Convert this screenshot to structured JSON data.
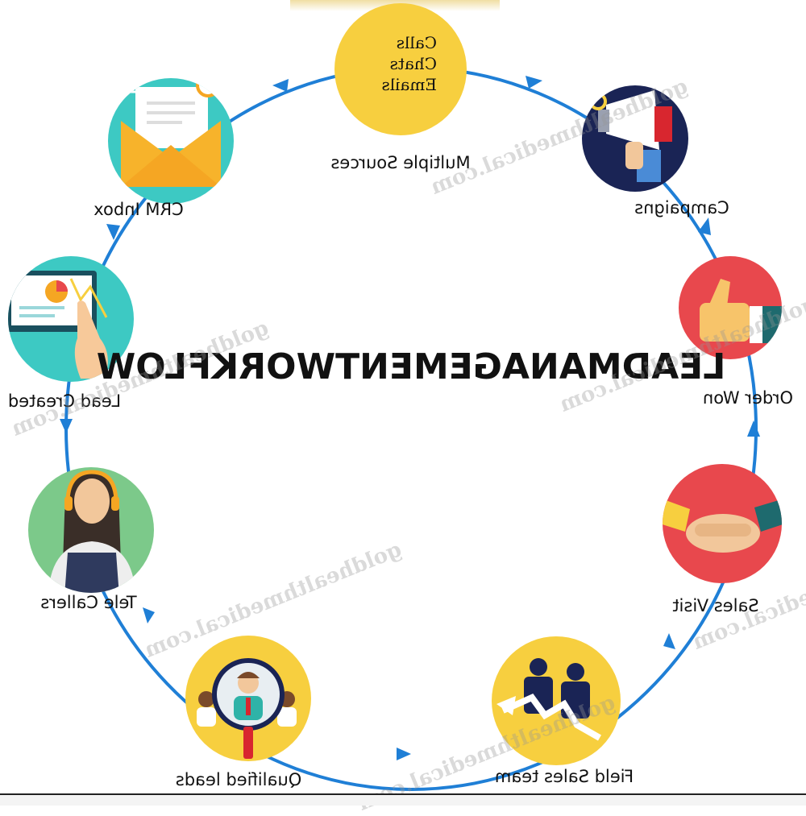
{
  "title": "LEADMANAGEMENTWORKFLOW",
  "watermark": "goldhealthmedical.com",
  "colors": {
    "ring": "#1f7fd6",
    "yellow": "#f7cf3f",
    "navy": "#1a2455",
    "red": "#e8484d",
    "teal": "#3dc9c3",
    "green": "#7cc98a",
    "orange": "#f5a623"
  },
  "nodes": [
    {
      "id": "multiple-sources",
      "label": "Multiple Sources",
      "inner": [
        "Calls",
        "Chats",
        "Emails"
      ],
      "icon": "text-icon"
    },
    {
      "id": "campaigns",
      "label": "Campaigns",
      "icon": "megaphone-icon"
    },
    {
      "id": "order-won",
      "label": "Order Won",
      "icon": "thumbs-up-icon"
    },
    {
      "id": "sales-visit",
      "label": "Sales Visit",
      "icon": "handshake-icon"
    },
    {
      "id": "field-sales-team",
      "label": "Field Sales team",
      "icon": "team-growth-icon"
    },
    {
      "id": "qualified-leads",
      "label": "Qualified leads",
      "icon": "magnifier-person-icon"
    },
    {
      "id": "tele-callers",
      "label": "Tele Callers",
      "icon": "headset-agent-icon"
    },
    {
      "id": "lead-created",
      "label": "Lead Created",
      "icon": "monitor-touch-icon"
    },
    {
      "id": "crm-inbox",
      "label": "CRM Inbox",
      "icon": "envelope-icon"
    }
  ]
}
